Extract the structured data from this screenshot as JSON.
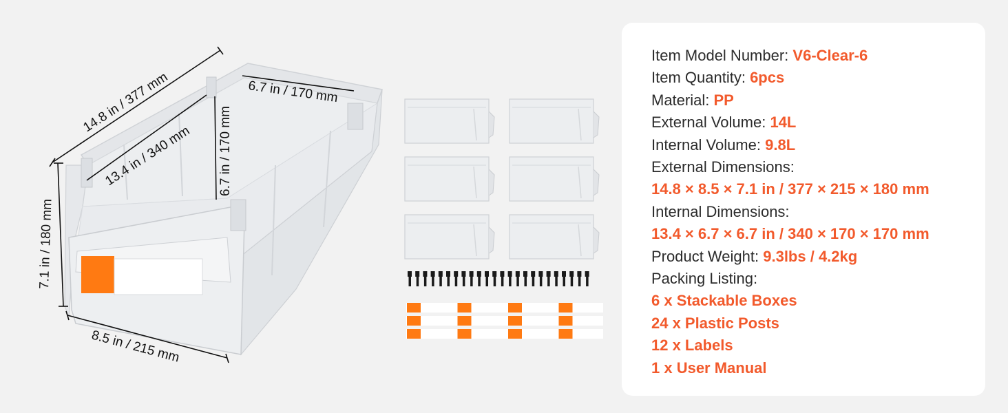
{
  "colors": {
    "accent": "#f25a2c",
    "label_orange": "#ff7a12",
    "text": "#2b2b2b",
    "card_bg": "#ffffff",
    "page_bg": "#f2f2f2"
  },
  "dimensions": {
    "length": "14.8 in / 377 mm",
    "height": "7.1 in / 180 mm",
    "width": "8.5 in / 215 mm",
    "inner_length": "13.4 in / 340 mm",
    "inner_width": "6.7 in / 170 mm",
    "inner_height": "6.7 in / 170 mm"
  },
  "specs": {
    "model_label": "Item Model Number: ",
    "model_value": "V6-Clear-6",
    "quantity_label": "Item Quantity: ",
    "quantity_value": "6pcs",
    "material_label": "Material: ",
    "material_value": "PP",
    "ext_volume_label": "External Volume: ",
    "ext_volume_value": "14L",
    "int_volume_label": "Internal Volume: ",
    "int_volume_value": "9.8L",
    "ext_dim_label": "External Dimensions:",
    "ext_dim_value": "14.8 × 8.5 × 7.1 in / 377 × 215 × 180 mm",
    "int_dim_label": "Internal Dimensions:",
    "int_dim_value": "13.4 × 6.7 × 6.7 in / 340 × 170 × 170 mm",
    "weight_label": "Product Weight: ",
    "weight_value": "9.3lbs / 4.2kg",
    "packing_label": "Packing Listing:",
    "packing_items": [
      "6 x Stackable Boxes",
      "24 x Plastic Posts",
      "12 x Labels",
      "1 x User Manual"
    ]
  },
  "package": {
    "bins": 6,
    "posts": 24,
    "label_rows": 3,
    "labels_per_row": 4
  }
}
